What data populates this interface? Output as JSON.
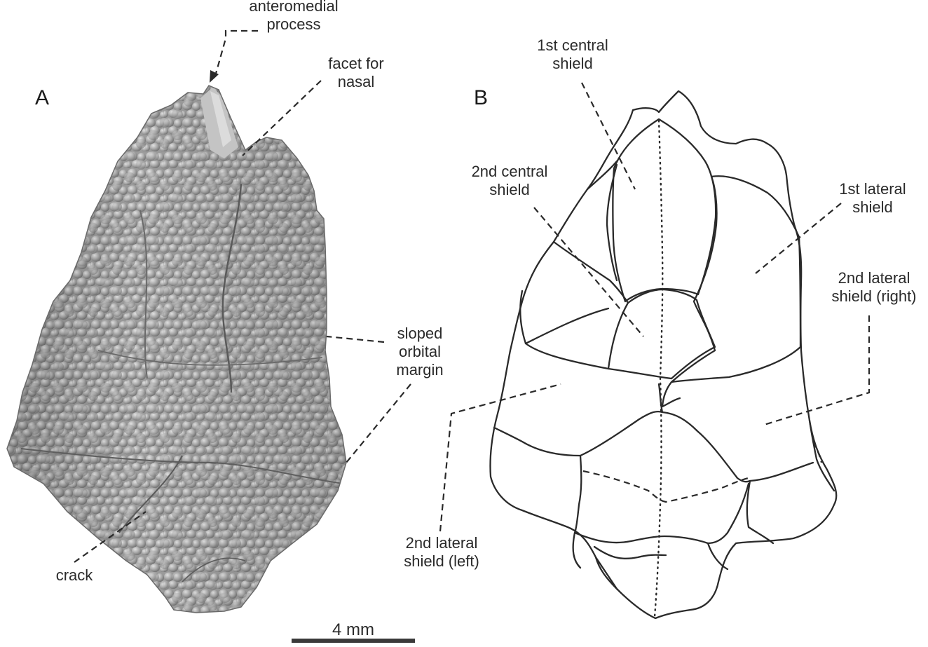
{
  "panels": {
    "a_letter": "A",
    "b_letter": "B"
  },
  "labels_a": {
    "anteromedial_process": "anteromedial\nprocess",
    "facet_for_nasal": "facet for\nnasal",
    "sloped_orbital_margin": "sloped\norbital\nmargin",
    "crack": "crack"
  },
  "labels_b": {
    "first_central_shield": "1st central\nshield",
    "second_central_shield": "2nd central\nshield",
    "first_lateral_shield": "1st lateral\nshield",
    "second_lateral_shield_right": "2nd lateral\nshield (right)",
    "second_lateral_shield_left": "2nd lateral\nshield (left)"
  },
  "scale_bar": {
    "label": "4 mm"
  },
  "colors": {
    "specimen_fill": "#a9a9a9",
    "specimen_shadow": "#7d7d7d",
    "specimen_highlight": "#d6d6d6",
    "line": "#2a2a2a"
  }
}
